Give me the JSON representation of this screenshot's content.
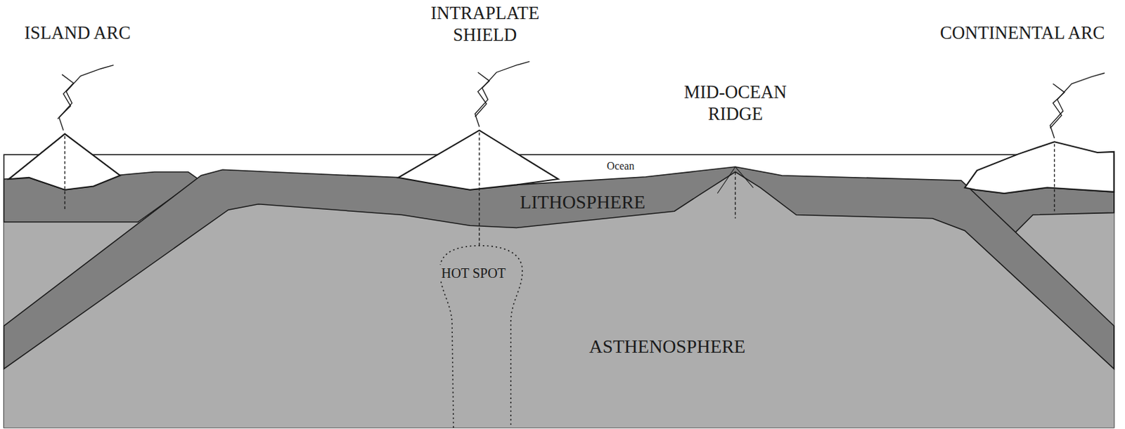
{
  "diagram": {
    "labels": [
      "ISLAND ARC",
      "INTRAPLATE SHIELD",
      "MID-OCEAN RIDGE",
      "CONTINENTAL ARC",
      "Ocean",
      "LITHOSPHERE",
      "HOT SPOT",
      "ASTHENOSPHERE"
    ]
  }
}
